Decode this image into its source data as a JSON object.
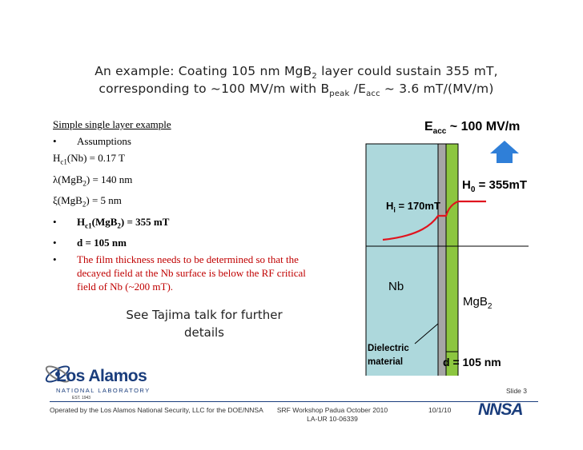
{
  "title": {
    "line1_pre": "An example:  Coating 105 nm MgB",
    "line1_sub": "2",
    "line1_post": "  layer could sustain 355 mT,",
    "line2_pre": "corresponding to ~100 MV/m with B",
    "line2_sub1": "peak",
    "line2_mid": " /E",
    "line2_sub2": "acc",
    "line2_post": " ~ 3.6 mT/(MV/m)"
  },
  "content": {
    "heading": "Simple single layer example",
    "bullet_assumptions": "Assumptions",
    "hc1_nb_pre": "H",
    "hc1_nb_sub": "c1",
    "hc1_nb_post": "(Nb) = 0.17 T",
    "lambda_pre": "λ(MgB",
    "lambda_sub": "2",
    "lambda_post": ") = 140 nm",
    "xi_pre": "ξ(MgB",
    "xi_sub": "2",
    "xi_post": ") = 5 nm",
    "hc1_mgb_pre": "H",
    "hc1_mgb_sub": "c1",
    "hc1_mgb_mid": "(MgB",
    "hc1_mgb_sub2": "2",
    "hc1_mgb_post": ") = 355 mT",
    "thickness": "d = 105 nm",
    "note_line1": "The film thickness needs to be determined so that the",
    "note_line2": "decayed field at the Nb surface is below the RF critical",
    "note_line3": "field of Nb (~200 mT).",
    "bullet_char": "•"
  },
  "tajima": {
    "line1": "See Tajima talk for further",
    "line2": "details"
  },
  "diagram": {
    "eacc_pre": "E",
    "eacc_sub": "acc",
    "eacc_post": " ~ 100 MV/m",
    "h0_pre": "H",
    "h0_sub": "0",
    "h0_post": " = 355mT",
    "hi_pre": "H",
    "hi_sub": "i",
    "hi_post": " = 170mT",
    "nb_label": "Nb",
    "mgb_pre": "MgB",
    "mgb_sub": "2",
    "dielectric_line1": "Dielectric",
    "dielectric_line2": "material",
    "d_label": "d = 105 nm",
    "colors": {
      "nb": "#add8dc",
      "dielectric": "#a6a6a6",
      "mgb2": "#8cc63f",
      "field_curve": "#e0141e",
      "arrow": "#2f7fd8"
    }
  },
  "footer": {
    "slide": "Slide 3",
    "operated_by": "Operated by the Los Alamos National Security, LLC for the DOE/NNSA",
    "workshop_line1": "SRF Workshop Padua October 2010",
    "workshop_line2": "LA-UR 10-06339",
    "date": "10/1/10",
    "logo_main": "Los Alamos",
    "logo_sub": "NATIONAL LABORATORY",
    "logo_est": "EST. 1943",
    "nnsa": "NNSA"
  }
}
